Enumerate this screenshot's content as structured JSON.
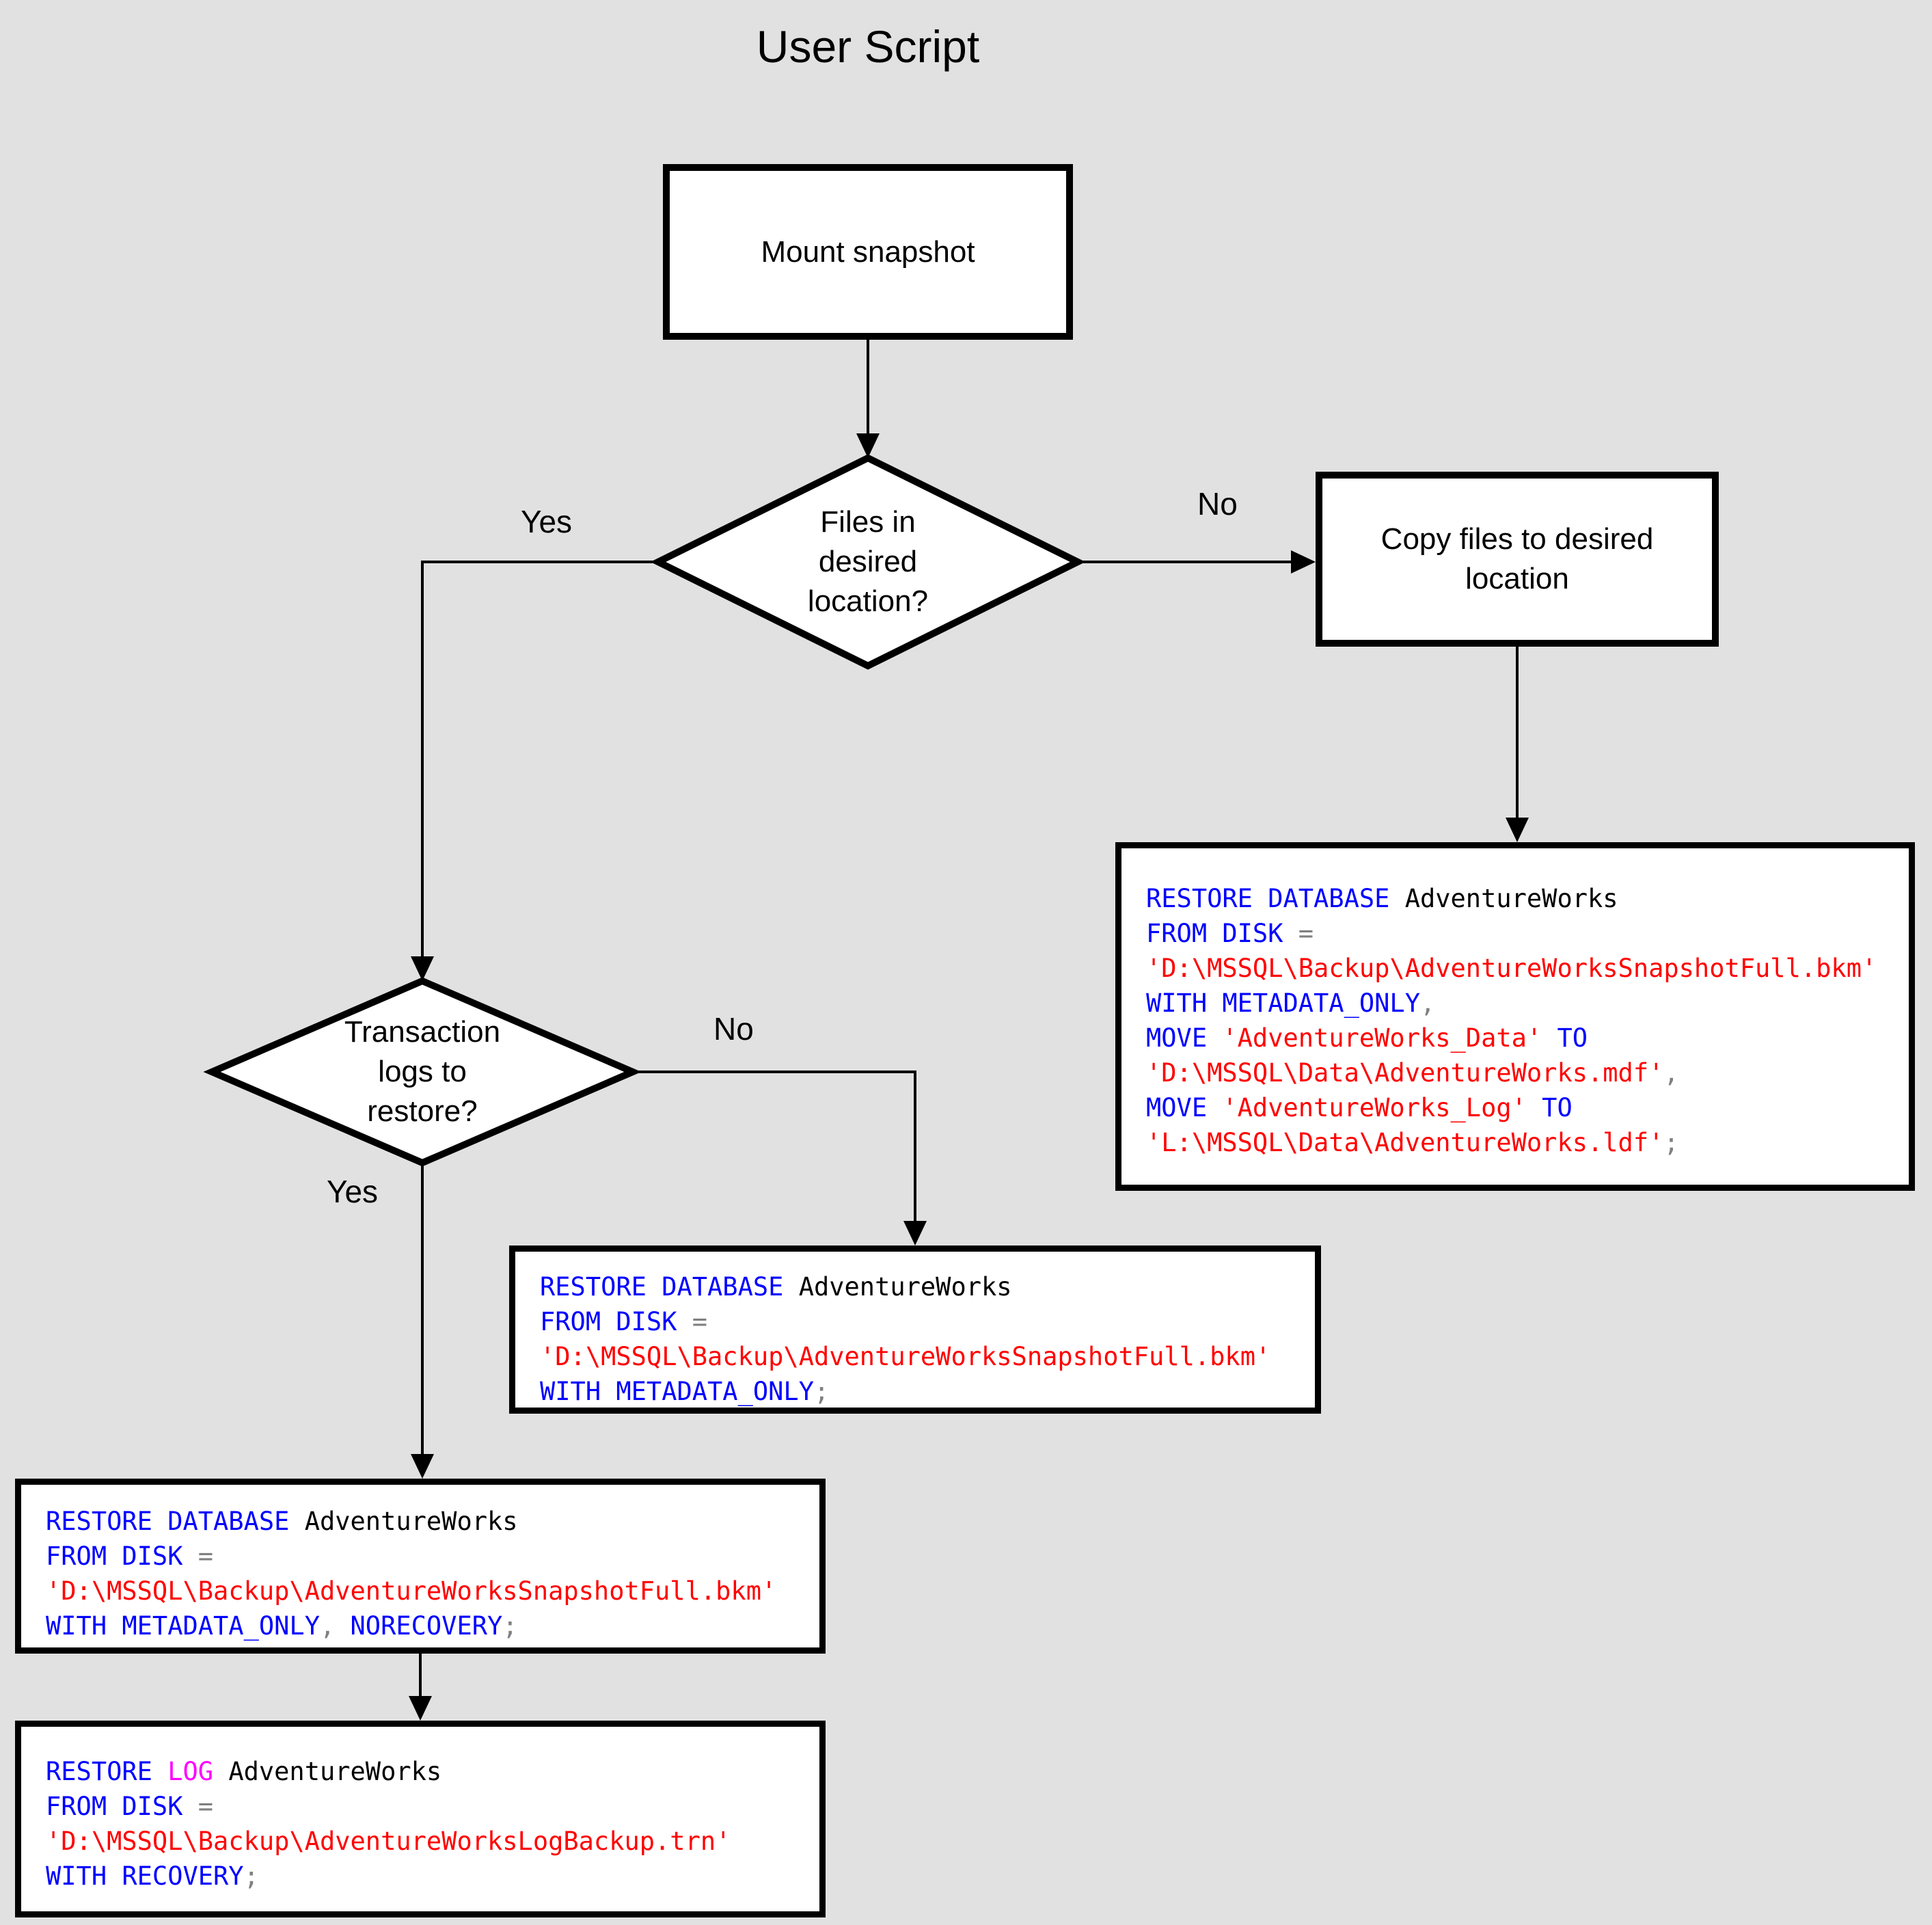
{
  "title": "User Script",
  "colors": {
    "background": "#E1E1E1",
    "node_fill": "#FFFFFF",
    "line": "#000000",
    "text": "#000000",
    "keyword": "#0000FF",
    "string": "#FF0000",
    "operator": "#808080",
    "identifier": "#000000",
    "log_keyword": "#FF00FF"
  },
  "nodes": {
    "mount": {
      "label": "Mount snapshot"
    },
    "decision_files": {
      "label": "Files in\ndesired\nlocation?"
    },
    "copy": {
      "label": "Copy files to desired location"
    },
    "decision_logs": {
      "label": "Transaction\nlogs to\nrestore?"
    }
  },
  "edge_labels": {
    "files_yes": "Yes",
    "files_no": "No",
    "logs_no": "No",
    "logs_yes": "Yes"
  },
  "code_blocks": {
    "copy_restore": {
      "lines": [
        [
          [
            "keyword",
            "RESTORE DATABASE"
          ],
          [
            "identifier",
            " AdventureWorks"
          ]
        ],
        [
          [
            "keyword",
            "FROM DISK"
          ],
          [
            "operator",
            " ="
          ]
        ],
        [
          [
            "string",
            "'D:\\MSSQL\\Backup\\AdventureWorksSnapshotFull.bkm'"
          ]
        ],
        [
          [
            "keyword",
            "WITH METADATA_ONLY"
          ],
          [
            "operator",
            ","
          ]
        ],
        [
          [
            "keyword",
            "MOVE"
          ],
          [
            "string",
            " 'AdventureWorks_Data'"
          ],
          [
            "keyword",
            " TO"
          ]
        ],
        [
          [
            "string",
            "'D:\\MSSQL\\Data\\AdventureWorks.mdf'"
          ],
          [
            "operator",
            ","
          ]
        ],
        [
          [
            "keyword",
            "MOVE"
          ],
          [
            "string",
            " 'AdventureWorks_Log'"
          ],
          [
            "keyword",
            " TO"
          ]
        ],
        [
          [
            "string",
            "'L:\\MSSQL\\Data\\AdventureWorks.ldf'"
          ],
          [
            "operator",
            ";"
          ]
        ]
      ]
    },
    "no_logs_restore": {
      "lines": [
        [
          [
            "keyword",
            "RESTORE DATABASE"
          ],
          [
            "identifier",
            " AdventureWorks"
          ]
        ],
        [
          [
            "keyword",
            "FROM DISK"
          ],
          [
            "operator",
            " ="
          ]
        ],
        [
          [
            "string",
            "'D:\\MSSQL\\Backup\\AdventureWorksSnapshotFull.bkm'"
          ]
        ],
        [
          [
            "keyword",
            "WITH METADATA_ONLY"
          ],
          [
            "operator",
            ";"
          ]
        ]
      ]
    },
    "norecovery_restore": {
      "lines": [
        [
          [
            "keyword",
            "RESTORE DATABASE"
          ],
          [
            "identifier",
            " AdventureWorks"
          ]
        ],
        [
          [
            "keyword",
            "FROM DISK"
          ],
          [
            "operator",
            " ="
          ]
        ],
        [
          [
            "string",
            "'D:\\MSSQL\\Backup\\AdventureWorksSnapshotFull.bkm'"
          ]
        ],
        [
          [
            "keyword",
            "WITH METADATA_ONLY"
          ],
          [
            "operator",
            ", "
          ],
          [
            "keyword",
            "NORECOVERY"
          ],
          [
            "operator",
            ";"
          ]
        ]
      ]
    },
    "log_restore": {
      "lines": [
        [
          [
            "keyword",
            "RESTORE "
          ],
          [
            "log_keyword",
            "LOG"
          ],
          [
            "identifier",
            " AdventureWorks"
          ]
        ],
        [
          [
            "keyword",
            "FROM DISK"
          ],
          [
            "operator",
            " ="
          ]
        ],
        [
          [
            "string",
            "'D:\\MSSQL\\Backup\\AdventureWorksLogBackup.trn'"
          ]
        ],
        [
          [
            "keyword",
            "WITH RECOVERY"
          ],
          [
            "operator",
            ";"
          ]
        ]
      ]
    }
  }
}
